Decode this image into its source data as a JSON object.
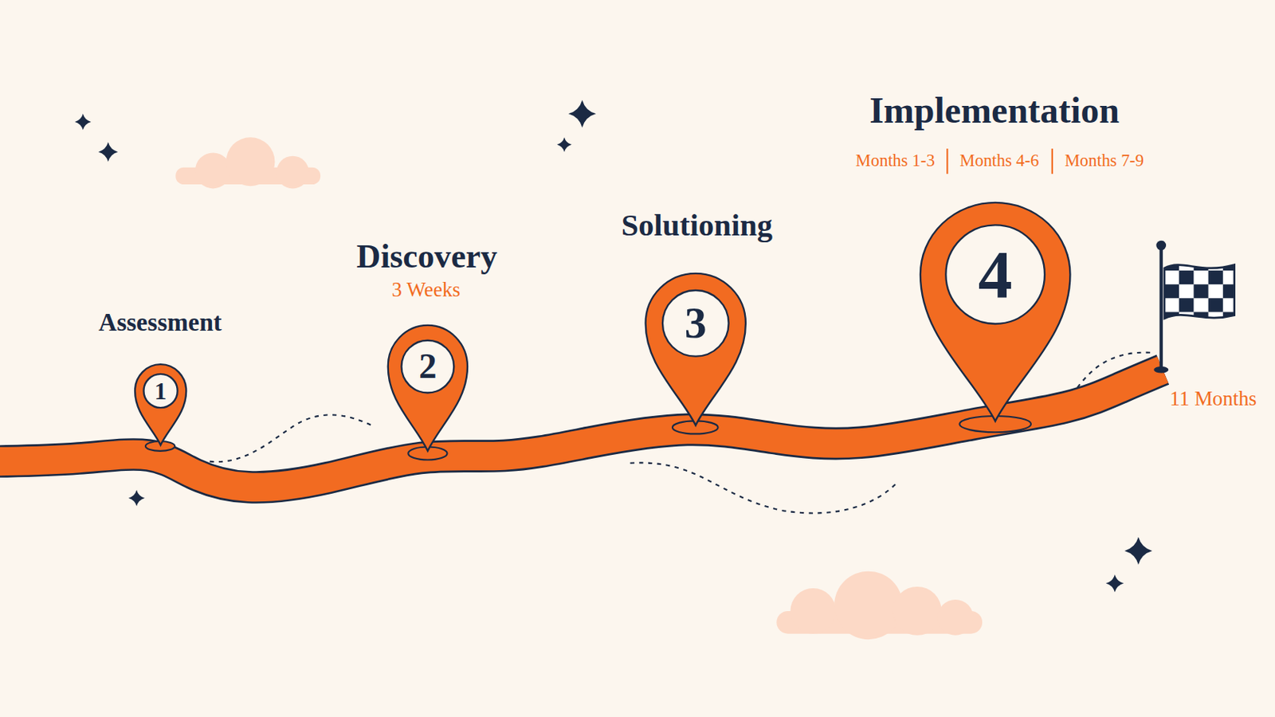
{
  "diagram": {
    "nodes": [
      {
        "text": [
          "Assessment",
          "1"
        ]
      },
      {
        "text": [
          "Discovery",
          "3 Weeks",
          "2"
        ]
      },
      {
        "text": [
          "Solutioning",
          "3"
        ]
      },
      {
        "text": [
          "Implementation",
          "Months 1-3",
          "Months 4-6",
          "Months 7-9",
          "4"
        ]
      }
    ],
    "labels": [
      "11 Months"
    ]
  }
}
